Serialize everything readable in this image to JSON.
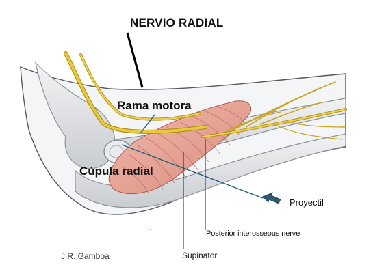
{
  "labels": {
    "title": "NERVIO RADIAL",
    "branch": "Rama motora",
    "radial_head": "Cúpula radial",
    "projectile": "Proyectil",
    "posterior_nerve": "Posterior interosseous nerve",
    "supinator": "Supinator",
    "credit": "J.R. Gamboa"
  },
  "colors": {
    "bone_fill": "#dfe2e5",
    "bone_edge": "#9aa0a6",
    "muscle_fill": "#e8a898",
    "muscle_fiber": "#b8605a",
    "nerve": "#e3c23a",
    "nerve_edge": "#a88a10",
    "trajectory_line": "#1e6080",
    "arrow": "#2e5a74"
  }
}
